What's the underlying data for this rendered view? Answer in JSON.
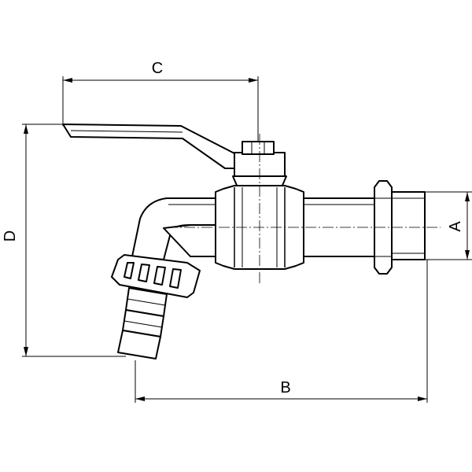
{
  "dimensions": {
    "a": "A",
    "b": "B",
    "c": "C",
    "d": "D"
  },
  "colors": {
    "line": "#000000",
    "background": "#ffffff"
  }
}
